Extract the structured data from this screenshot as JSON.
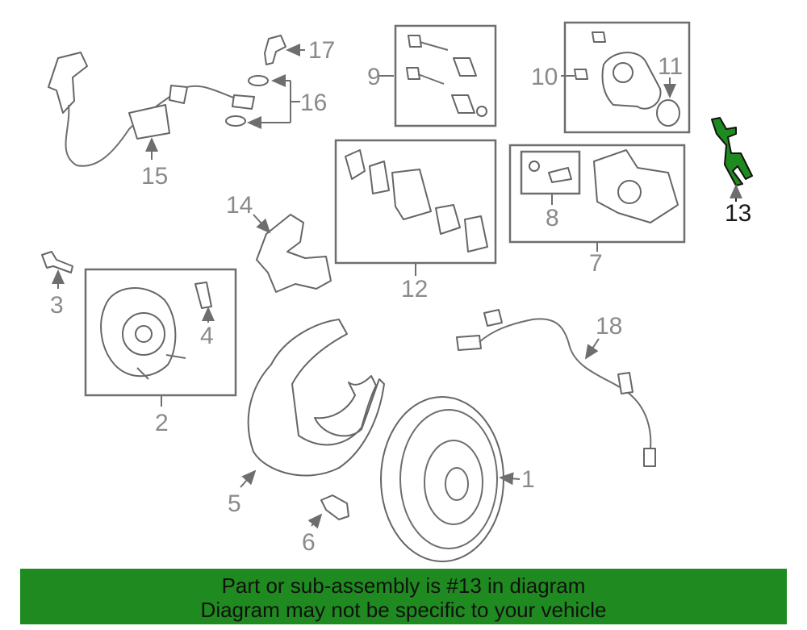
{
  "labels": {
    "p1": "1",
    "p2": "2",
    "p3": "3",
    "p4": "4",
    "p5": "5",
    "p6": "6",
    "p7": "7",
    "p8": "8",
    "p9": "9",
    "p10": "10",
    "p11": "11",
    "p12": "12",
    "p13": "13",
    "p14": "14",
    "p15": "15",
    "p16": "16",
    "p17": "17",
    "p18": "18"
  },
  "highlight_part": "13",
  "colors": {
    "highlight": "#1f8a1f",
    "line": "#6e6e6e",
    "label": "#8a8a8a"
  },
  "banner": {
    "line1": "Part or sub-assembly is #13 in diagram",
    "line2": "Diagram may not be specific to your vehicle"
  }
}
